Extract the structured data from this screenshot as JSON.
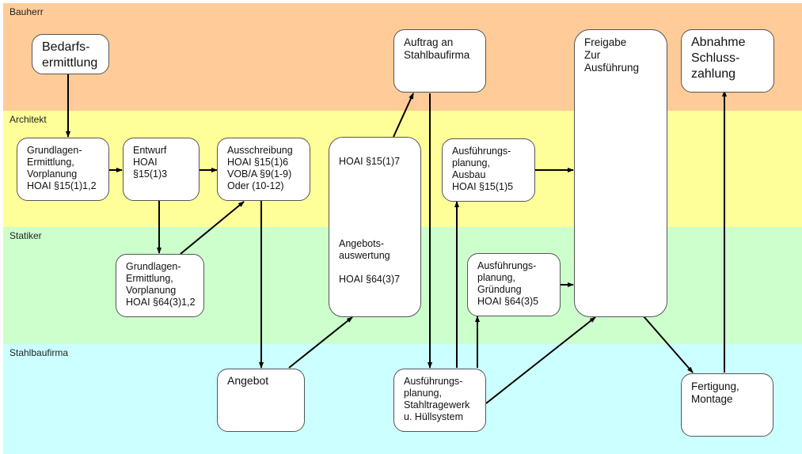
{
  "lanes": [
    {
      "id": "bauherr",
      "label": "Bauherr",
      "color": "#ffcc99"
    },
    {
      "id": "architekt",
      "label": "Architekt",
      "color": "#ffff99"
    },
    {
      "id": "statiker",
      "label": "Statiker",
      "color": "#ccffcc"
    },
    {
      "id": "stahlbau",
      "label": "Stahlbaufirma",
      "color": "#ccffff"
    }
  ],
  "nodes": {
    "bedarf": "Bedarfs-\nermittlung",
    "auftrag": "Auftrag an\nStahlbaufirma",
    "freigabe": "Freigabe\nZur\nAusführung",
    "abnahme": "Abnahme\nSchluss-\nzahlung",
    "grundlagen_arch": "Grundlagen-\nErmittlung,\nVorplanung\nHOAI §15(1)1,2",
    "entwurf": "Entwurf\nHOAI §15(1)3",
    "ausschreibung": "Ausschreibung\nHOAI §15(1)6\nVOB/A §9(1-9)\nOder (10-12)",
    "angebotsauswertung_top": "HOAI §15(1)7",
    "angebotsauswertung_mid": "Angebots-\nauswertung",
    "angebotsauswertung_bottom": "HOAI §64(3)7",
    "ausfuehrung_ausbau": "Ausführungs-\nplanung,\nAusbau\nHOAI §15(1)5",
    "grundlagen_stat": "Grundlagen-\nErmittlung,\nVorplanung\nHOAI §64(3)1,2",
    "ausfuehrung_gruendung": "Ausführungs-\nplanung,\nGründung\nHOAI §64(3)5",
    "angebot": "Angebot",
    "ausfuehrung_stahl": "Ausführungs-\nplanung,\nStahltragewerk\nu. Hüllsystem",
    "fertigung": "Fertigung,\nMontage"
  },
  "colors": {
    "arrow": "#000000",
    "box_border": "#555555"
  }
}
